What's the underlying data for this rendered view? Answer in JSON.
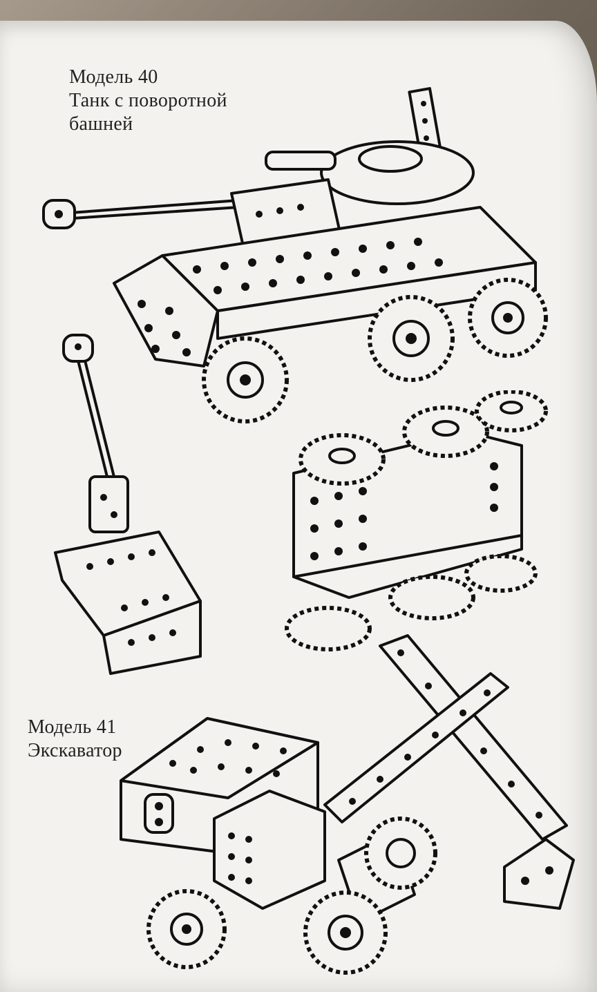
{
  "page": {
    "model40": {
      "number_label": "Модель 40",
      "title_line1": "Танк с поворотной",
      "title_line2": "башней"
    },
    "model41": {
      "number_label": "Модель 41",
      "title": "Экскаватор"
    }
  }
}
